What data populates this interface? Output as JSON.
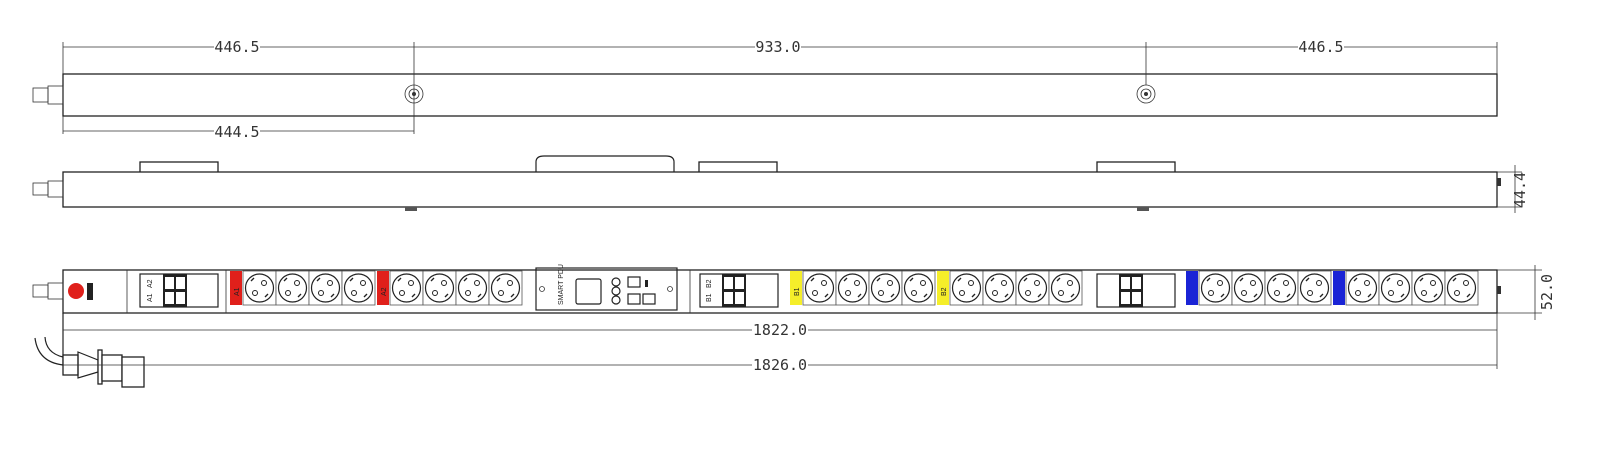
{
  "dimensions": {
    "top_left": "446.5",
    "top_middle": "933.0",
    "top_right": "446.5",
    "top_bottom_left": "444.5",
    "side_height": "44.4",
    "front_height": "52.0",
    "inner_length": "1822.0",
    "total_length": "1826.0"
  },
  "front_view": {
    "breaker_a_labels": [
      "A1",
      "A2"
    ],
    "breaker_b_labels": [
      "B1",
      "B2"
    ],
    "monitor_label": "SMART PDU",
    "groups": [
      {
        "label": "A1",
        "color": "#e0201b",
        "outlets": 4
      },
      {
        "label": "A2",
        "color": "#e0201b",
        "outlets": 4
      },
      {
        "label": "B1",
        "color": "#f5ee2a",
        "outlets": 4
      },
      {
        "label": "B2",
        "color": "#f5ee2a",
        "outlets": 4
      },
      {
        "label": "",
        "color": "#1a24d6",
        "outlets": 4
      },
      {
        "label": "",
        "color": "#1a24d6",
        "outlets": 4
      }
    ],
    "logo_color": "#e0201b"
  }
}
